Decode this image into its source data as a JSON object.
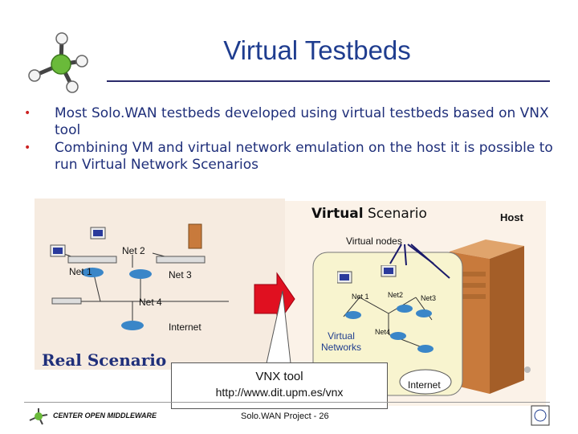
{
  "slide": {
    "title": "Virtual Testbeds",
    "bullets": [
      "Most Solo.WAN testbeds developed using virtual testbeds based on VNX tool",
      "Combining VM and virtual network emulation on the host it is possible to run Virtual Network Scenarios"
    ]
  },
  "diagram": {
    "virtual_scenario_bold": "Virtual",
    "virtual_scenario_rest": " Scenario",
    "host": "Host",
    "virtual_nodes": "Virtual nodes",
    "virtual_networks_line1": "Virtual",
    "virtual_networks_line2": "Networks",
    "real_scenario": "Real Scenario",
    "real_labels": {
      "net1": "Net 1",
      "net2": "Net 2",
      "net3": "Net 3",
      "net4": "Net 4",
      "internet": "Internet"
    },
    "virtual_labels": {
      "net1": "Net 1",
      "net2": "Net2",
      "net3": "Net3",
      "net4": "Net4",
      "internet": "Internet"
    },
    "callout_line1": "VNX tool",
    "callout_line2": "http://www.dit.upm.es/vnx"
  },
  "footer": {
    "org": "CENTER OPEN MIDDLEWARE",
    "page": "Solo.WAN Project - 26"
  },
  "colors": {
    "title": "#1f3d8f",
    "bullet_text": "#1f2f7a",
    "bullet_marker": "#cc2222",
    "real_panel": "#f6ebe0",
    "host_panel": "#fbf2e8",
    "arrow": "#e01020",
    "host_tower": "#c87a3c",
    "molecule_center": "#6aba3a"
  }
}
